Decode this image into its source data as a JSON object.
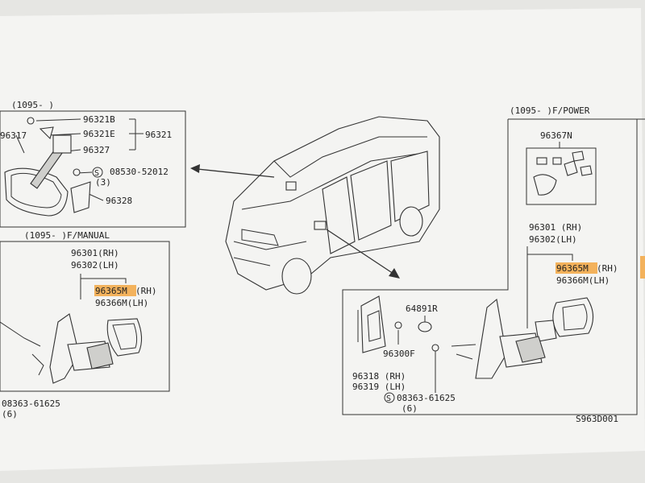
{
  "highlight_color": "#f3b25c",
  "background_color": "#d9d9d6",
  "paper_color": "#f4f4f2",
  "ink_color": "#333333",
  "inner_mirror": {
    "header": "(1095-    )",
    "parts": {
      "screw_b": "96321B",
      "cover_e": "96321E",
      "assembly": "96321",
      "bracket": "96327",
      "left_label": "96317",
      "bolt": "08530-52012",
      "bolt_qty": "(3)",
      "pad": "96328"
    }
  },
  "manual_mirror": {
    "header": "(1095-    )F/MANUAL",
    "rh": "96301(RH)",
    "lh": "96302(LH)",
    "glass_rh_code": "96365M",
    "glass_rh_suffix": "(RH)",
    "glass_lh": "96366M(LH)",
    "screw": "08363-61625",
    "screw_qty": "(6)"
  },
  "power_mirror": {
    "header": "(1095-    )F/POWER",
    "kit": "96367N",
    "rh": "96301 (RH)",
    "lh": "96302(LH)",
    "glass_rh_code": "96365M",
    "glass_rh_suffix": "(RH)",
    "glass_lh": "96366M(LH)",
    "seal": "64891R",
    "cover": "96300F",
    "cover_rh": "96318 (RH)",
    "cover_lh": "96319 (LH)",
    "screw": "08363-61625",
    "screw_qty": "(6)"
  },
  "figure_code": "S963D001"
}
